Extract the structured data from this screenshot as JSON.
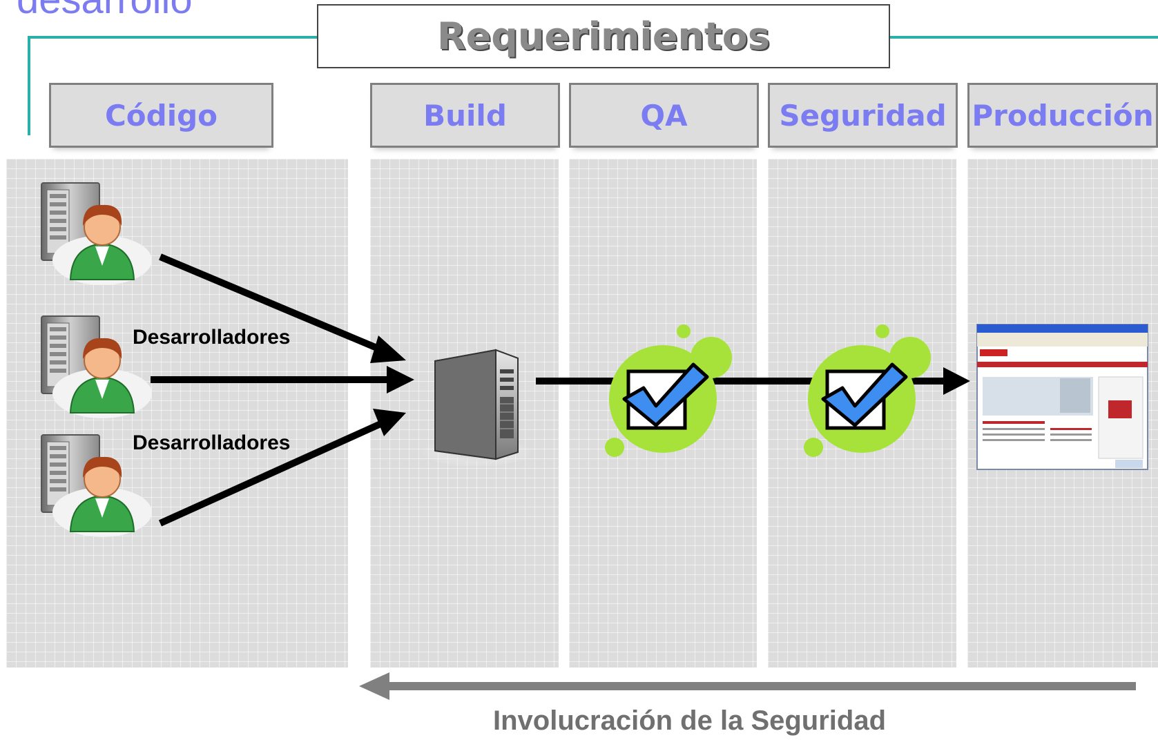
{
  "title_fragment": "desarrollo",
  "requirements_label": "Requerimientos",
  "stages": [
    {
      "label": "Código"
    },
    {
      "label": "Build"
    },
    {
      "label": "QA"
    },
    {
      "label": "Seguridad"
    },
    {
      "label": "Producción"
    }
  ],
  "developers": [
    {
      "label": "Desarrolladores"
    },
    {
      "label": "Desarrolladores"
    }
  ],
  "bottom_arrow_label": "Involucración de la Seguridad",
  "colors": {
    "stage_text": "#7b7bf2",
    "teal_line": "#2ab0a8",
    "check_green": "#a6e23a",
    "check_blue": "#3d8ef0"
  },
  "icons": [
    "developer-workstation-icon",
    "build-server-icon",
    "check-icon",
    "website-screenshot"
  ]
}
